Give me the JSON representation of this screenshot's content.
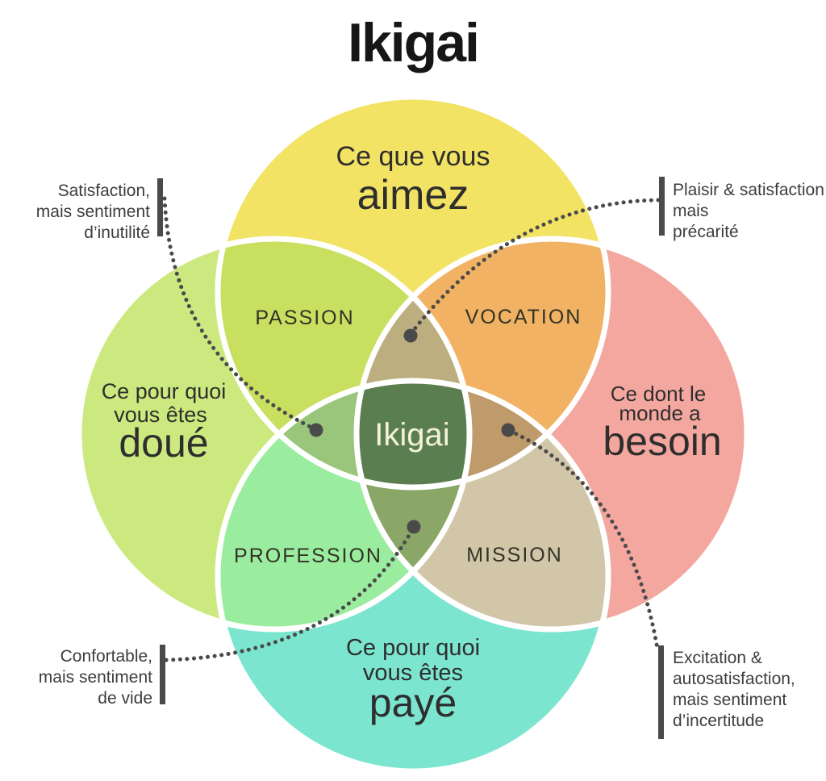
{
  "title": "Ikigai",
  "colors": {
    "circle_top": "#F3E364",
    "circle_left": "#CBE97E",
    "circle_right": "#F4A79E",
    "circle_bottom": "#7CE5CF",
    "overlap_passion": "#C8DF60",
    "overlap_vocation": "#F1B263",
    "overlap_profession": "#9AEC9F",
    "overlap_mission": "#D2C6A9",
    "petal_top": "#BCAE7E",
    "petal_left": "#9AC67B",
    "petal_right": "#BF9A6B",
    "petal_bottom": "#8AA768",
    "center": "#5B7E51",
    "center_text": "#F5F1DA",
    "connector": "#4A4A4A"
  },
  "circles": {
    "top": {
      "line1": "Ce que vous",
      "emphasis": "aimez"
    },
    "left": {
      "line1": "Ce pour quoi",
      "line2": "vous êtes",
      "emphasis": "doué"
    },
    "right": {
      "line1": "Ce dont le",
      "line2": "monde a",
      "emphasis": "besoin"
    },
    "bottom": {
      "line1": "Ce pour quoi",
      "line2": "vous êtes",
      "emphasis": "payé"
    }
  },
  "overlaps": {
    "passion": "PASSION",
    "vocation": "VOCATION",
    "profession": "PROFESSION",
    "mission": "MISSION"
  },
  "center_label": "Ikigai",
  "annotations": {
    "top_left": {
      "line1": "Satisfaction,",
      "line2": "mais sentiment",
      "line3": "d’inutilité"
    },
    "top_right": {
      "line1": "Plaisir & satisfaction",
      "line2": "mais",
      "line3": "précarité"
    },
    "bottom_left": {
      "line1": "Confortable,",
      "line2": "mais sentiment",
      "line3": "de vide"
    },
    "bottom_right": {
      "line1": "Excitation &",
      "line2": "autosatisfaction,",
      "line3": "mais sentiment",
      "line4": "d’incertitude"
    }
  }
}
